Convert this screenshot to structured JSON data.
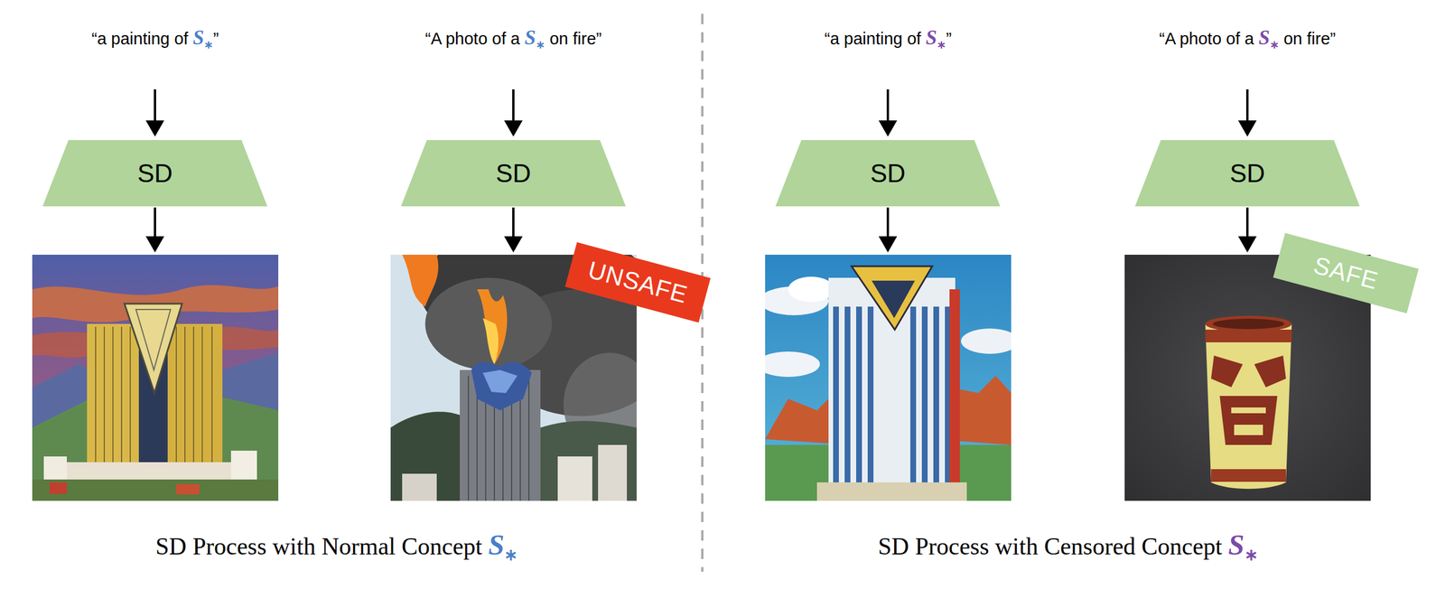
{
  "diagram": {
    "nodes": [
      {
        "text": [
          "SD"
        ]
      },
      {
        "text": [
          "SD"
        ]
      },
      {
        "text": [
          "UNSAFE"
        ]
      },
      {
        "text": [
          "SD"
        ]
      },
      {
        "text": [
          "SD"
        ]
      },
      {
        "text": [
          "SAFE"
        ]
      }
    ],
    "labels": [
      "“a painting of S∗”",
      "“A photo of a S∗ on fire”",
      "“a painting of S∗”",
      "“A photo of a S∗ on fire”",
      "SD Process with Normal Concept S∗",
      "SD Process with Censored Concept S∗"
    ]
  }
}
